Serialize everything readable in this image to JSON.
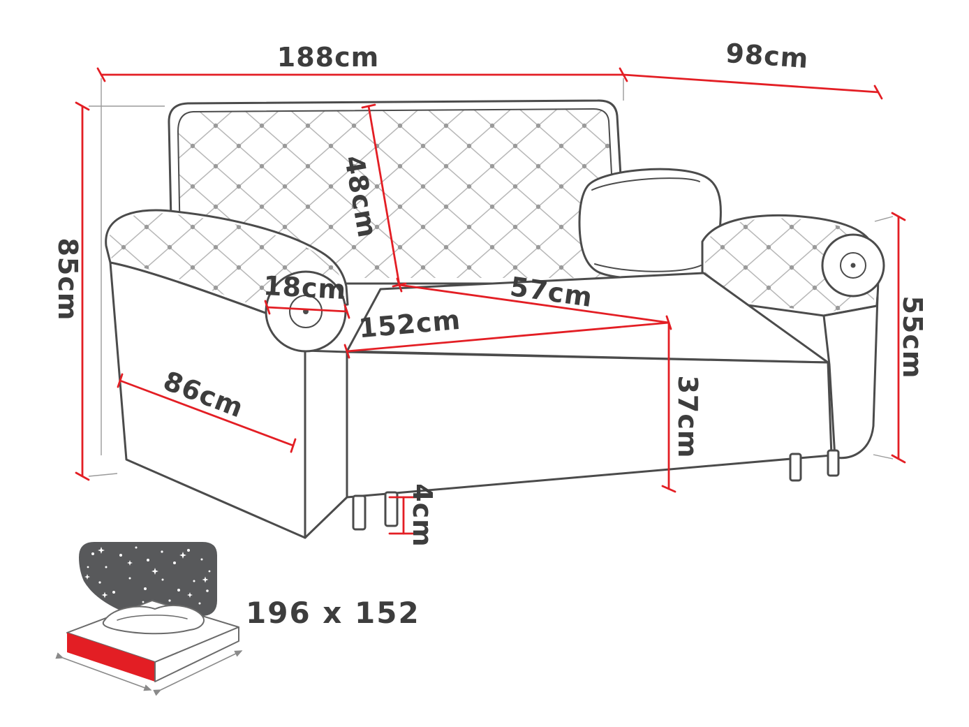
{
  "colors": {
    "dimension": "#e31e24",
    "line": "#4b4b4b",
    "text": "#3d3d3d",
    "blanket": "#58595b"
  },
  "diagram": {
    "dimensions": {
      "width": "188cm",
      "depth": "98cm",
      "height": "85cm",
      "backrest_height": "48cm",
      "armrest_width": "18cm",
      "seat_depth": "57cm",
      "seat_width": "152cm",
      "side_depth": "86cm",
      "arm_height": "55cm",
      "base_height": "37cm",
      "leg_height": "4cm"
    },
    "sleeping_area": {
      "icon": "bed-sleeping-area-icon",
      "size": "196 x 152"
    }
  }
}
